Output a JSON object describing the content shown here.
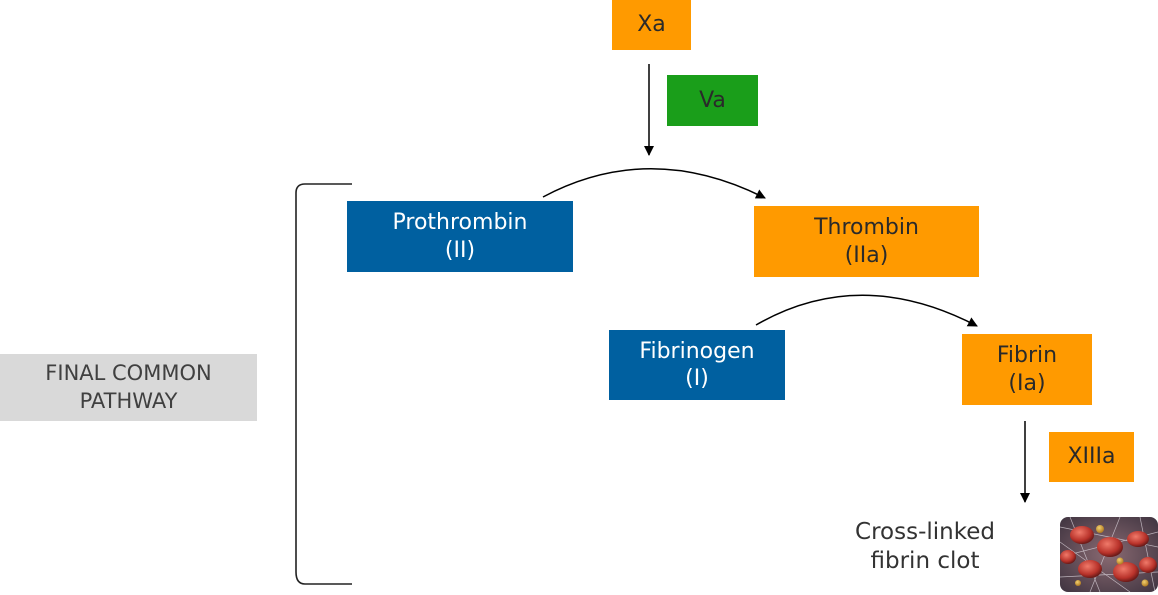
{
  "colors": {
    "orange": "#ff9a00",
    "blue": "#0060a0",
    "green": "#1a9e1a",
    "gray": "#d9d9d9"
  },
  "nodes": {
    "xa": {
      "label": "Xa"
    },
    "va": {
      "label": "Va"
    },
    "prothrombin": {
      "line1": "Prothrombin",
      "line2": "(II)"
    },
    "thrombin": {
      "line1": "Thrombin",
      "line2": "(IIa)"
    },
    "fibrinogen": {
      "line1": "Fibrinogen",
      "line2": "(I)"
    },
    "fibrin": {
      "line1": "Fibrin",
      "line2": "(Ia)"
    },
    "xiiia": {
      "label": "XIIIa"
    }
  },
  "pathway_label": {
    "line1": "FINAL COMMON",
    "line2": "PATHWAY"
  },
  "clot": {
    "line1": "Cross-linked",
    "line2": "fibrin clot"
  }
}
